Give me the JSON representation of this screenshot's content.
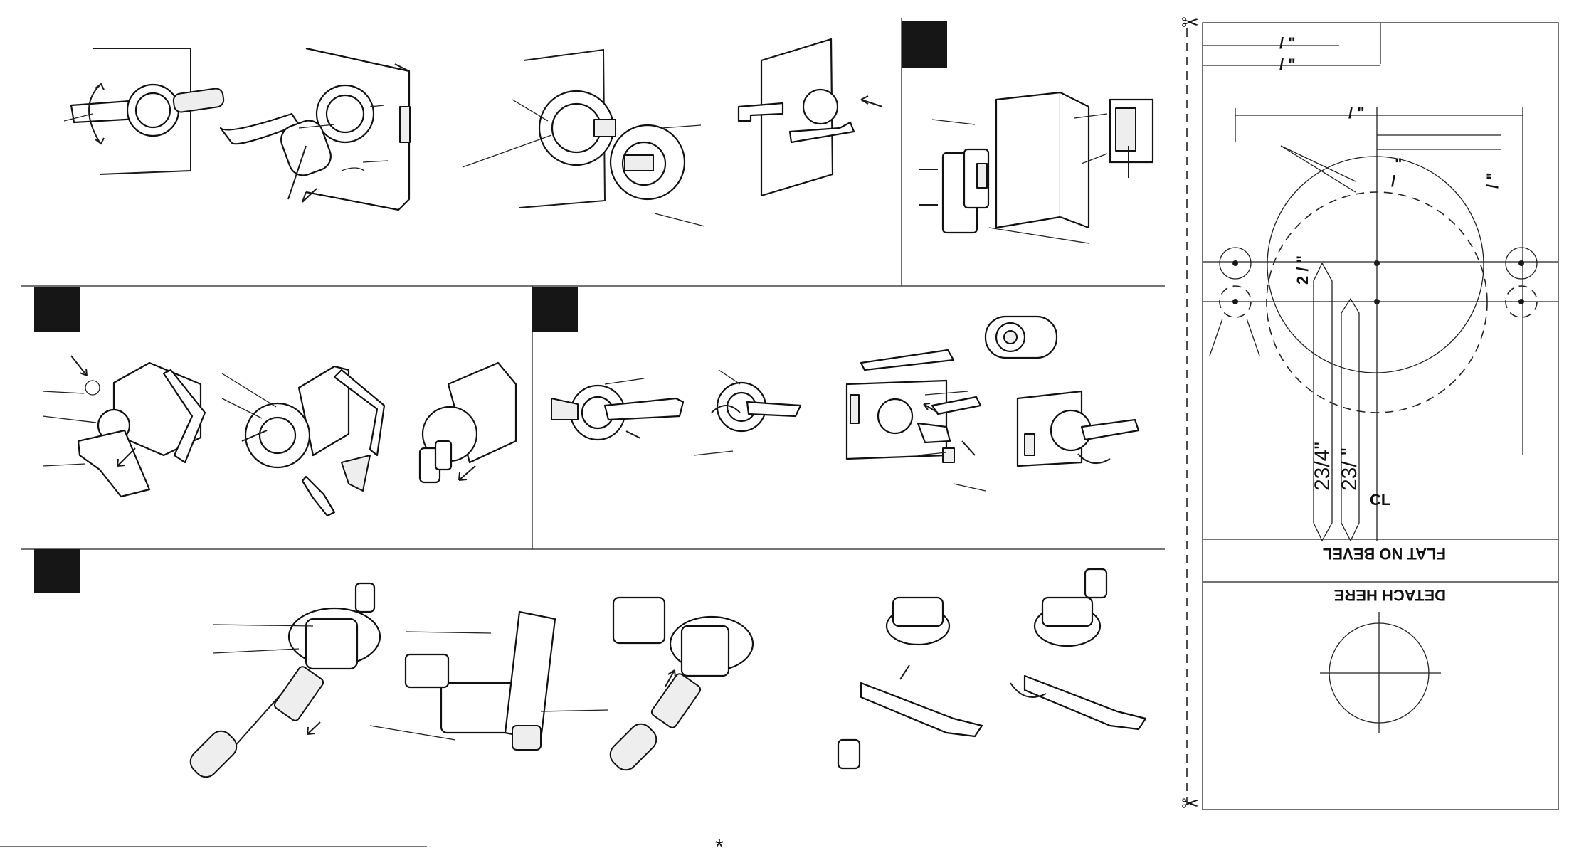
{
  "template": {
    "dim_top_1": "/ \"",
    "dim_top_2": "/ \"",
    "dim_center": "/ \"",
    "dim_small_1": "\"",
    "dim_small_2": "/",
    "dim_right": "/ \"",
    "dim_left_vertical": "2 / \"",
    "strip_1_label": "23/4\"",
    "strip_2_label": "23/ \"",
    "flat_no_bevel": "FLAT NO BEVEL",
    "detach_here": "DETACH HERE",
    "centerline_mark": "CL"
  },
  "footer": {
    "mark": "*"
  }
}
